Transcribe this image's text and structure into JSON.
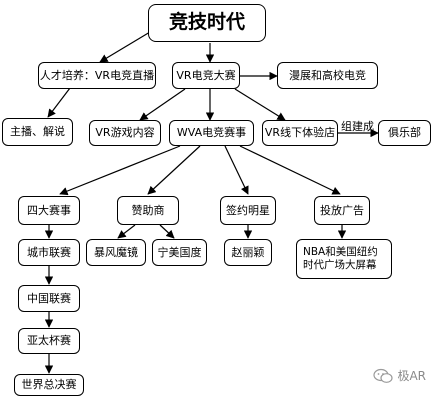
{
  "diagram": {
    "title": "竞技时代",
    "talent": "人才培养：VR电竞直播",
    "host": "主播、解说",
    "vr_contest": "VR电竞大赛",
    "expand": "漫展和高校电竞",
    "vr_games": "VR游戏内容",
    "wva": "WVA电竞赛事",
    "vr_store": "VR线下体验店",
    "club": "俱乐部",
    "edge_build": "组建成",
    "four_events": "四大赛事",
    "sponsor": "赞助商",
    "signing": "签约明星",
    "ads": "投放广告",
    "city": "城市联赛",
    "china": "中国联赛",
    "asia": "亚太杯赛",
    "world": "世界总决赛",
    "sponsor_a": "暴风魔镜",
    "sponsor_b": "宁美国度",
    "star": "赵丽颖",
    "ad_desc": "NBA和美国纽约时代广场大屏幕"
  },
  "watermark": {
    "text": "极AR",
    "icon": "wechat-icon"
  }
}
